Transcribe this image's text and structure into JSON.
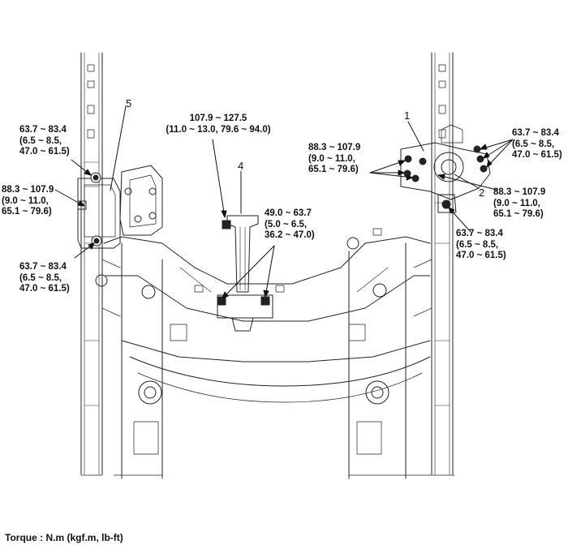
{
  "callouts": {
    "c1": "1",
    "c2": "2",
    "c4": "4",
    "c5": "5"
  },
  "torque": {
    "top_center": "107.9 ~ 127.5\n(11.0 ~ 13.0, 79.6 ~ 94.0)",
    "mount4": "49.0 ~ 63.7\n(5.0 ~ 6.5,\n36.2 ~ 47.0)",
    "left_upper": "63.7 ~ 83.4\n(6.5 ~ 8.5,\n47.0 ~ 61.5)",
    "left_mid": "88.3 ~ 107.9\n(9.0 ~ 11.0,\n65.1 ~ 79.6)",
    "left_lower": "63.7 ~ 83.4\n(6.5 ~ 8.5,\n47.0 ~ 61.5)",
    "right_mid_left": "88.3 ~ 107.9\n(9.0 ~ 11.0,\n65.1 ~ 79.6)",
    "right_upper": "63.7 ~ 83.4\n(6.5 ~ 8.5,\n47.0 ~ 61.5)",
    "right_mid_right": "88.3 ~ 107.9\n(9.0 ~ 11.0,\n65.1 ~ 79.6)",
    "right_lower": "63.7 ~ 83.4\n(6.5 ~ 8.5,\n47.0 ~ 61.5)"
  },
  "footer": "Torque : N.m (kgf.m, lb-ft)"
}
